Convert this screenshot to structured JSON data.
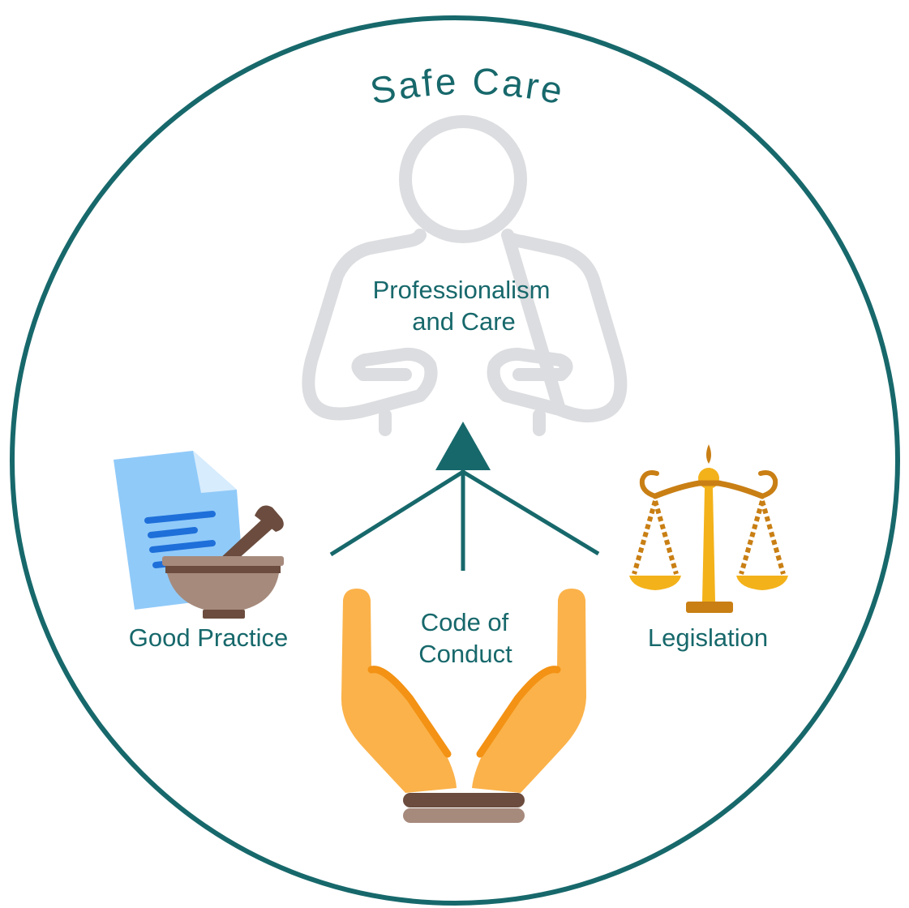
{
  "title": "Safe Care",
  "center": {
    "lines": [
      "Professionalism",
      "and Care"
    ]
  },
  "left": {
    "label": "Good Practice",
    "icon": "document-mortar-pestle-icon"
  },
  "middle": {
    "lines": [
      "Code of",
      "Conduct"
    ],
    "icon": "open-hands-icon"
  },
  "right": {
    "label": "Legislation",
    "icon": "scales-of-justice-icon"
  },
  "colors": {
    "accent": "#17686b",
    "person_outline": "#dcdde0",
    "hands": "#fbb24a",
    "hands_dark": "#f39214",
    "scales": "#f3b21a",
    "scales_dark": "#c97f14",
    "document": "#90caf9",
    "document_lines": "#1e6fd9",
    "mortar": "#a68a7c",
    "pestle": "#6b4c3e"
  }
}
